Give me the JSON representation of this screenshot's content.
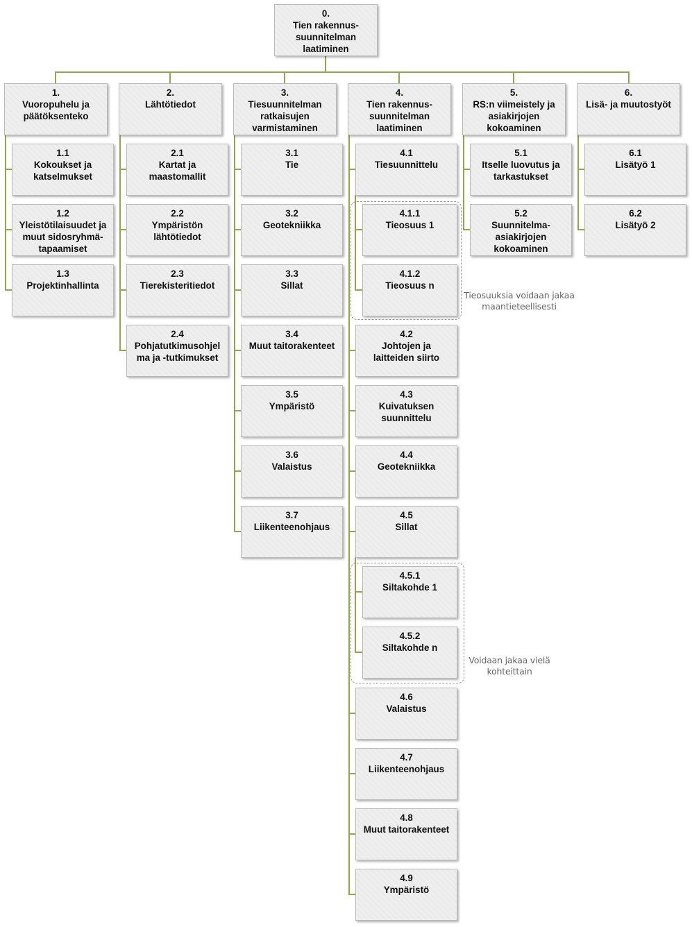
{
  "root": {
    "num": "0.",
    "label": "Tien rakennus-\nsuunnitelman\nlaatiminen"
  },
  "phases": [
    {
      "num": "1.",
      "label": "Vuoropuhelu ja\npäätöksenteko"
    },
    {
      "num": "2.",
      "label": "Lähtötiedot"
    },
    {
      "num": "3.",
      "label": "Tiesuunnitelman\nratkaisujen\nvarmistaminen"
    },
    {
      "num": "4.",
      "label": "Tien rakennus-\nsuunnitelman\nlaatiminen"
    },
    {
      "num": "5.",
      "label": "RS:n viimeistely ja\nasiakirjojen\nkokoaminen"
    },
    {
      "num": "6.",
      "label": "Lisä- ja muutostyöt"
    }
  ],
  "tasks": {
    "t1_1": {
      "num": "1.1",
      "label": "Kokoukset ja\nkatselmukset"
    },
    "t1_2": {
      "num": "1.2",
      "label": "Yleistötilaisuudet ja\nmuut sidosryhmä-\ntapaamiset"
    },
    "t1_3": {
      "num": "1.3",
      "label": "Projektinhallinta"
    },
    "t2_1": {
      "num": "2.1",
      "label": "Kartat ja\nmaastomallit"
    },
    "t2_2": {
      "num": "2.2",
      "label": "Ympäristön\nlähtötiedot"
    },
    "t2_3": {
      "num": "2.3",
      "label": "Tierekisteritiedot"
    },
    "t2_4": {
      "num": "2.4",
      "label": "Pohjatutkimusohjel\nma ja -tutkimukset"
    },
    "t3_1": {
      "num": "3.1",
      "label": "Tie"
    },
    "t3_2": {
      "num": "3.2",
      "label": "Geotekniikka"
    },
    "t3_3": {
      "num": "3.3",
      "label": "Sillat"
    },
    "t3_4": {
      "num": "3.4",
      "label": "Muut taitorakenteet"
    },
    "t3_5": {
      "num": "3.5",
      "label": "Ympäristö"
    },
    "t3_6": {
      "num": "3.6",
      "label": "Valaistus"
    },
    "t3_7": {
      "num": "3.7",
      "label": "Liikenteenohjaus"
    },
    "t4_1": {
      "num": "4.1",
      "label": "Tiesuunnittelu"
    },
    "t4_1_1": {
      "num": "4.1.1",
      "label": "Tieosuus 1"
    },
    "t4_1_2": {
      "num": "4.1.2",
      "label": "Tieosuus n"
    },
    "t4_2": {
      "num": "4.2",
      "label": "Johtojen ja\nlaitteiden siirto"
    },
    "t4_3": {
      "num": "4.3",
      "label": "Kuivatuksen\nsuunnittelu"
    },
    "t4_4": {
      "num": "4.4",
      "label": "Geotekniikka"
    },
    "t4_5": {
      "num": "4.5",
      "label": "Sillat"
    },
    "t4_5_1": {
      "num": "4.5.1",
      "label": "Siltakohde 1"
    },
    "t4_5_2": {
      "num": "4.5.2",
      "label": "Siltakohde n"
    },
    "t4_6": {
      "num": "4.6",
      "label": "Valaistus"
    },
    "t4_7": {
      "num": "4.7",
      "label": "Liikenteenohjaus"
    },
    "t4_8": {
      "num": "4.8",
      "label": "Muut taitorakenteet"
    },
    "t4_9": {
      "num": "4.9",
      "label": "Ympäristö"
    },
    "t5_1": {
      "num": "5.1",
      "label": "Itselle luovutus ja\ntarkastukset"
    },
    "t5_2": {
      "num": "5.2",
      "label": "Suunnitelma-\nasiakirjojen\nkokoaminen"
    },
    "t6_1": {
      "num": "6.1",
      "label": "Lisätyö 1"
    },
    "t6_2": {
      "num": "6.2",
      "label": "Lisätyö 2"
    }
  },
  "notes": {
    "road_sections": "Tieosuuksia voidaan jakaa\nmaantieteellisesti",
    "bridge_sites": "Voidaan jakaa vielä\nkohteittain"
  },
  "colors": {
    "connector": "#8fa849",
    "box_border": "#b9b9b9",
    "group_border": "#9a9a9a"
  }
}
